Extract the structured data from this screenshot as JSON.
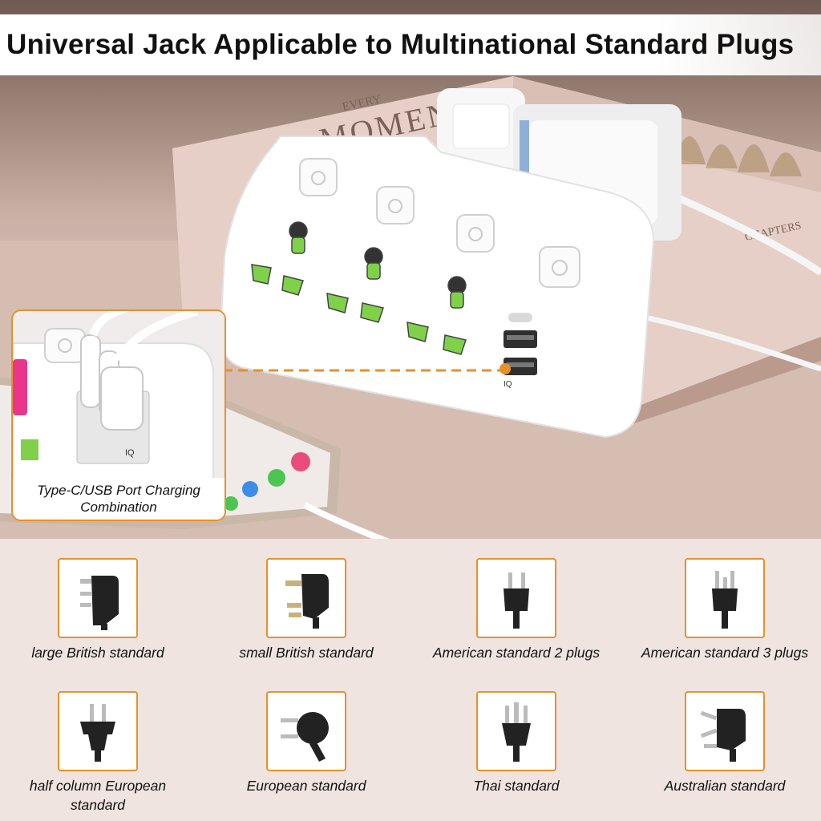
{
  "title": "Universal Jack Applicable to Multinational Standard Plugs",
  "book_text": {
    "line1": "EVERY",
    "line2": "MOMENT",
    "spine": "CHAPTERS"
  },
  "usb_labels": {
    "top": "IQ",
    "bottom": "IQ"
  },
  "inset": {
    "caption": "Type-C/USB Port Charging Combination"
  },
  "colors": {
    "accent_orange": "#e9902a",
    "socket_green": "#7fd14a"
  },
  "plugs": [
    {
      "label": "large British standard",
      "icon": "large-british-plug-icon"
    },
    {
      "label": "small British standard",
      "icon": "small-british-plug-icon"
    },
    {
      "label": "American standard 2 plugs",
      "icon": "us-2-pin-plug-icon"
    },
    {
      "label": "American standard 3 plugs",
      "icon": "us-3-pin-plug-icon"
    },
    {
      "label": "half column European standard",
      "icon": "half-european-plug-icon"
    },
    {
      "label": "European standard",
      "icon": "european-plug-icon"
    },
    {
      "label": "Thai standard",
      "icon": "thai-plug-icon"
    },
    {
      "label": "Australian standard",
      "icon": "australian-plug-icon"
    }
  ]
}
